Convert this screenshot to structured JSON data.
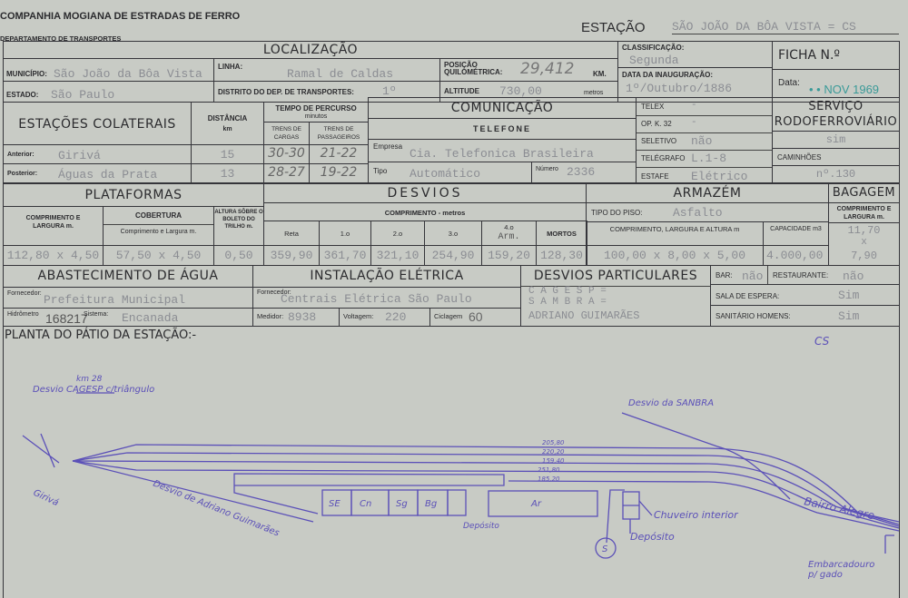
{
  "header": {
    "company": "COMPANHIA MOGIANA DE ESTRADAS DE FERRO",
    "department": "DEPARTAMENTO DE TRANSPORTES",
    "station_label": "ESTAÇÃO",
    "station_value": "SÃO JOÃO DA BÔA VISTA = CS"
  },
  "localizacao": {
    "title": "LOCALIZAÇÃO",
    "municipio_label": "MUNICÍPIO:",
    "municipio": "São João da Bôa Vista",
    "estado_label": "ESTADO:",
    "estado": "São Paulo",
    "linha_label": "LINHA:",
    "linha": "Ramal de Caldas",
    "distrito_label": "DISTRITO DO DEP. DE TRANSPORTES:",
    "distrito": "1º",
    "posicao_label": "POSIÇÃO QUILOMÉTRICA:",
    "posicao": "29,412",
    "km": "KM.",
    "altitude_label": "ALTITUDE",
    "altitude": "730,00",
    "metros": "metros"
  },
  "classificacao": {
    "label": "CLASSIFICAÇÃO:",
    "value": "Segunda",
    "inauguracao_label": "DATA DA INAUGURAÇÃO:",
    "inauguracao": "1º/Outubro/1886"
  },
  "ficha": {
    "label": "FICHA N.º",
    "data_label": "Data:",
    "data_stamp": "• • NOV 1969"
  },
  "colaterais": {
    "title": "ESTAÇÕES COLATERAIS",
    "distancia": "DISTÂNCIA",
    "km": "km",
    "tempo": "TEMPO DE PERCURSO",
    "minutos": "minutos",
    "cargas": "TRENS DE CARGAS",
    "passageiros": "TRENS DE PASSAGEIROS",
    "rows": [
      {
        "label": "Anterior:",
        "station": "Girivá",
        "dist": "15",
        "cargas": "30-30",
        "pass": "21-22"
      },
      {
        "label": "Posterior:",
        "station": "Águas da Prata",
        "dist": "13",
        "cargas": "28-27",
        "pass": "19-22"
      }
    ]
  },
  "comunicacao": {
    "title": "COMUNICAÇÃO",
    "telefone": "TELEFONE",
    "empresa_label": "Empresa",
    "empresa": "Cia. Telefonica Brasileira",
    "tipo_label": "Tipo",
    "tipo": "Automático",
    "numero_label": "Número",
    "numero": "2336",
    "items": [
      {
        "label": "TELEX",
        "value": "-"
      },
      {
        "label": "OP. K. 32",
        "value": "-"
      },
      {
        "label": "SELETIVO",
        "value": "não"
      },
      {
        "label": "TELÉGRAFO",
        "value": "L.1-8"
      },
      {
        "label": "ESTAFE",
        "value": "Elétrico"
      }
    ]
  },
  "rodoferroviario": {
    "title1": "SERVIÇO",
    "title2": "RODOFERROVIÁRIO",
    "value": "sim",
    "caminhoes_label": "CAMINHÕES",
    "caminhoes": "nº.130"
  },
  "plataformas": {
    "title": "PLATAFORMAS",
    "col1": "COMPRIMENTO E LARGURA m.",
    "col2": "COBERTURA",
    "col2sub": "Comprimento e Largura m.",
    "col3": "ALTURA SÔBRE O BOLETO DO TRILHO m.",
    "v1": "112,80 x 4,50",
    "v2": "57,50 x 4,50",
    "v3": "0,50"
  },
  "desvios": {
    "title": "DESVIOS",
    "comprimento": "COMPRIMENTO - metros",
    "cols": [
      "Reta",
      "1.o",
      "2.o",
      "3.o",
      "4.o",
      "MORTOS"
    ],
    "col4_note": "Arm.",
    "values": [
      "359,90",
      "361,70",
      "321,10",
      "254,90",
      "159,20",
      "128,30"
    ]
  },
  "armazem": {
    "title": "ARMAZÉM",
    "piso_label": "TIPO DO PISO:",
    "piso": "Asfalto",
    "dim_label": "COMPRIMENTO, LARGURA E ALTURA m",
    "dim": "100,00 x 8,00 x 5,00",
    "cap_label": "CAPACIDADE m3",
    "cap": "4.000,00"
  },
  "bagagem": {
    "title": "BAGAGEM",
    "label": "COMPRIMENTO E LARGURA m.",
    "v1": "11,70",
    "x": "x",
    "v2": "7,90"
  },
  "agua": {
    "title": "ABASTECIMENTO DE ÁGUA",
    "fornecedor_label": "Fornecedor:",
    "fornecedor": "Prefeitura Municipal",
    "hidrometro_label": "Hidrômetro",
    "hidrometro": "168217",
    "sistema_label": "Sistema:",
    "sistema": "Encanada"
  },
  "eletrica": {
    "title": "INSTALAÇÃO ELÉTRICA",
    "fornecedor_label": "Fornecedor:",
    "fornecedor": "Centrais Elétrica São Paulo",
    "medidor_label": "Medidor:",
    "medidor": "8938",
    "voltagem_label": "Voltagem:",
    "voltagem": "220",
    "ciclagem_label": "Ciclagem",
    "ciclagem": "60"
  },
  "particulares": {
    "title": "DESVIOS PARTICULARES",
    "lines": [
      "C A G E S P =",
      "S A M B R A =",
      "ADRIANO GUIMARÃES"
    ]
  },
  "servicos": {
    "bar_label": "BAR:",
    "bar": "não",
    "rest_label": "RESTAURANTE:",
    "rest": "não",
    "sala_label": "SALA DE ESPERA:",
    "sala": "Sim",
    "sanit_label": "SANITÁRIO HOMENS:",
    "sanit": "Sim"
  },
  "planta": {
    "title": "PLANTA DO PÁTIO DA ESTAÇÃO:-",
    "code": "CS",
    "km": "km 28",
    "cagesp": "Desvio CAGESP c/triângulo",
    "girivá": "Girivá",
    "adriano": "Desvio de Adriano Guimarães",
    "sanbra": "Desvio da SANBRA",
    "bairro": "Bairro Alegre",
    "embarc1": "Embarcadouro",
    "embarc2": "p/ gado",
    "chuveiro": "Chuveiro interior",
    "deposito": "Depósito",
    "s": "S",
    "buildings": [
      "SE",
      "Cn",
      "Sg",
      "Bg",
      "Ar"
    ],
    "tracks": [
      "205,80",
      "220,20",
      "159,40",
      "251,80",
      "185,20"
    ]
  }
}
